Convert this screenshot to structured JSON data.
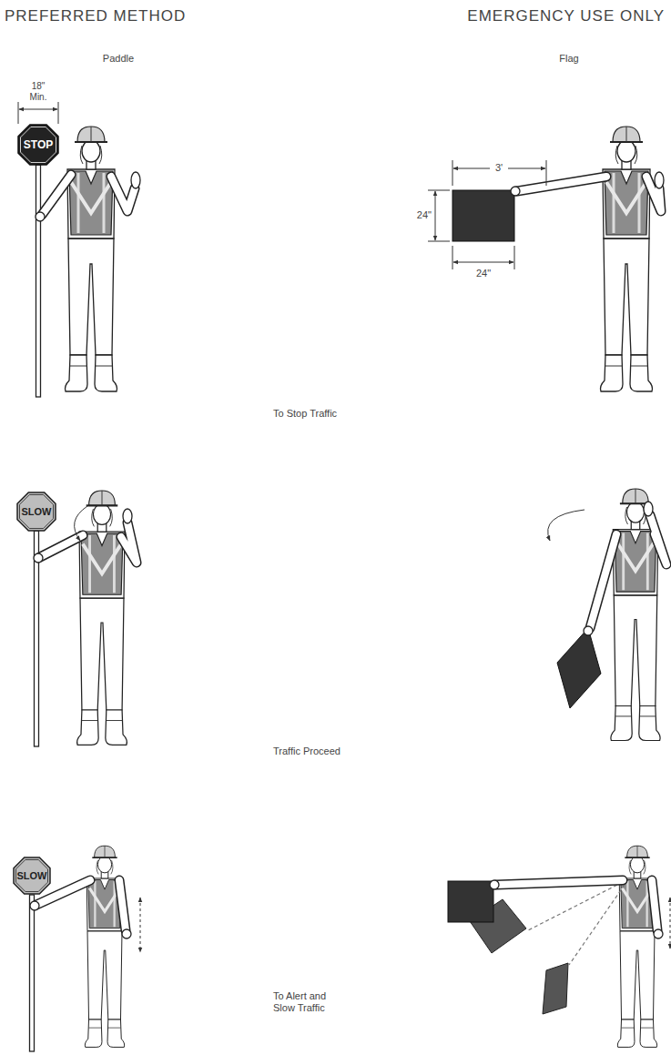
{
  "diagram": {
    "nodes": [
      {
        "text": [
          "STOP"
        ]
      },
      {
        "text": [
          "SLOW"
        ]
      },
      {
        "text": [
          "SLOW"
        ]
      }
    ],
    "labels": [
      "PREFERRED METHOD",
      "EMERGENCY USE ONLY",
      "Paddle",
      "Flag",
      "18\" Min.",
      "3'",
      "24\"",
      "24\"",
      "To Stop Traffic",
      "Traffic Proceed",
      "To Alert and Slow Traffic"
    ]
  }
}
